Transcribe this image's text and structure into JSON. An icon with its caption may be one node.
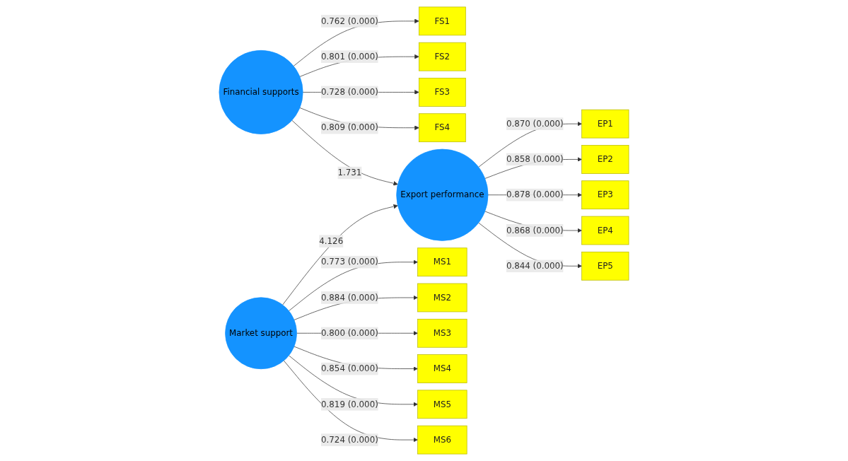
{
  "diagram": {
    "nodes": [
      {
        "text": [
          "FS1"
        ]
      },
      {
        "text": [
          "FS2"
        ]
      },
      {
        "text": [
          "FS3"
        ]
      },
      {
        "text": [
          "FS4"
        ]
      },
      {
        "text": [
          "Financial supports"
        ]
      },
      {
        "text": [
          "EP1"
        ]
      },
      {
        "text": [
          "EP2"
        ]
      },
      {
        "text": [
          "EP3"
        ]
      },
      {
        "text": [
          "EP4"
        ]
      },
      {
        "text": [
          "EP5"
        ]
      },
      {
        "text": [
          "Export performance"
        ]
      },
      {
        "text": [
          "MS1"
        ]
      },
      {
        "text": [
          "MS2"
        ]
      },
      {
        "text": [
          "MS3"
        ]
      },
      {
        "text": [
          "MS4"
        ]
      },
      {
        "text": [
          "MS5"
        ]
      },
      {
        "text": [
          "MS6"
        ]
      },
      {
        "text": [
          "Market support"
        ]
      }
    ],
    "edges": [
      {
        "from": 4,
        "to": 0,
        "arrow": "to",
        "label": "0.762 (0.000)"
      },
      {
        "from": 4,
        "to": 1,
        "arrow": "to",
        "label": "0.801 (0.000)"
      },
      {
        "from": 4,
        "to": 2,
        "arrow": "to",
        "label": "0.728 (0.000)"
      },
      {
        "from": 4,
        "to": 3,
        "arrow": "to",
        "label": "0.809 (0.000)"
      },
      {
        "from": 4,
        "to": 10,
        "arrow": "to",
        "label": "1.731"
      },
      {
        "from": 10,
        "to": 5,
        "arrow": "to",
        "label": "0.870 (0.000)"
      },
      {
        "from": 10,
        "to": 6,
        "arrow": "to",
        "label": "0.858 (0.000)"
      },
      {
        "from": 10,
        "to": 7,
        "arrow": "to",
        "label": "0.878 (0.000)"
      },
      {
        "from": 10,
        "to": 8,
        "arrow": "to",
        "label": "0.868 (0.000)"
      },
      {
        "from": 10,
        "to": 9,
        "arrow": "to",
        "label": "0.844 (0.000)"
      },
      {
        "from": 17,
        "to": 11,
        "arrow": "to",
        "label": "0.773 (0.000)"
      },
      {
        "from": 17,
        "to": 12,
        "arrow": "to",
        "label": "0.884 (0.000)"
      },
      {
        "from": 17,
        "to": 13,
        "arrow": "to",
        "label": "0.800 (0.000)"
      },
      {
        "from": 17,
        "to": 14,
        "arrow": "to",
        "label": "0.854 (0.000)"
      },
      {
        "from": 17,
        "to": 15,
        "arrow": "to",
        "label": "0.819 (0.000)"
      },
      {
        "from": 17,
        "to": 16,
        "arrow": "to",
        "label": "0.724 (0.000)"
      },
      {
        "from": 17,
        "to": 10,
        "arrow": "to",
        "label": "4.126"
      }
    ]
  }
}
